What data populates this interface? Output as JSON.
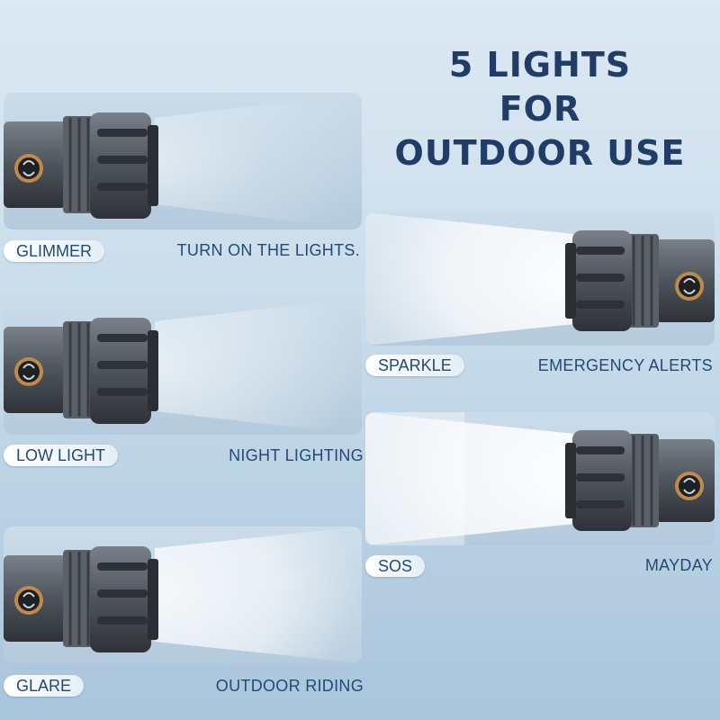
{
  "title": {
    "line1": "5 LIGHTS",
    "line2": "FOR",
    "line3": "OUTDOOR USE"
  },
  "modes": [
    {
      "label": "GLIMMER",
      "description": "TURN ON THE LIGHTS."
    },
    {
      "label": "LOW LIGHT",
      "description": "NIGHT LIGHTING"
    },
    {
      "label": "GLARE",
      "description": "OUTDOOR RIDING"
    },
    {
      "label": "SPARKLE",
      "description": "EMERGENCY ALERTS"
    },
    {
      "label": "SOS",
      "description": "MAYDAY"
    }
  ],
  "colors": {
    "title": "#1f3d66",
    "label_text": "#234a76",
    "panel": "#c3d6e6",
    "beam": "#ffffff"
  },
  "icons": {
    "flashlight": "flashlight-icon",
    "power_button": "power-button-icon"
  }
}
